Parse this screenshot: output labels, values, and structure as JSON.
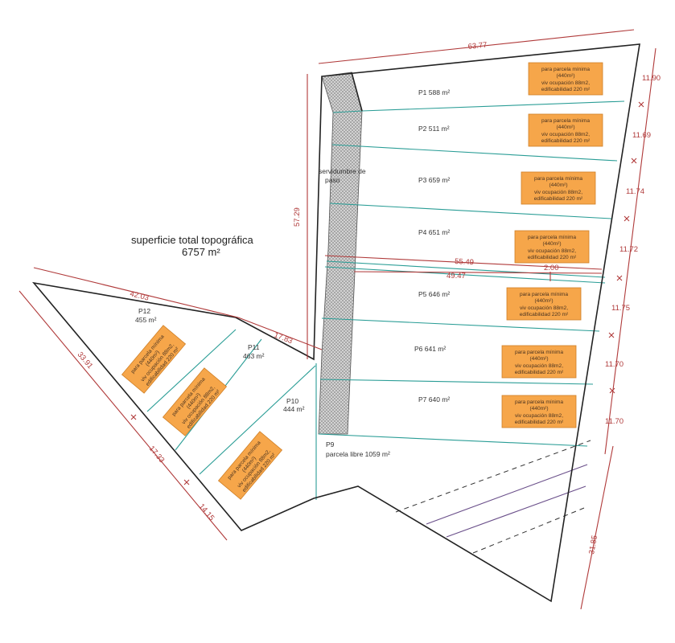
{
  "title": {
    "line1": "superficie total topográfica",
    "line2": "6757 m²"
  },
  "easement_label": {
    "line1": "servidumbre de",
    "line2": "paso"
  },
  "parcels": [
    {
      "id": "P1",
      "label": "P1 588 m²"
    },
    {
      "id": "P2",
      "label": "P2 511 m²"
    },
    {
      "id": "P3",
      "label": "P3 659 m²"
    },
    {
      "id": "P4",
      "label": "P4 651 m²"
    },
    {
      "id": "P5",
      "label": "P5 646 m²"
    },
    {
      "id": "P6",
      "label": "P6 641 m²"
    },
    {
      "id": "P7",
      "label": "P7 640 m²"
    },
    {
      "id": "P9",
      "name": "P9",
      "label": "parcela libre 1059 m²"
    },
    {
      "id": "P10",
      "name": "P10",
      "area": "444 m²"
    },
    {
      "id": "P11",
      "name": "P11",
      "area": "463 m²"
    },
    {
      "id": "P12",
      "name": "P12",
      "area": "455 m²"
    }
  ],
  "note": {
    "line1": "para parcela mínima",
    "line2": "(440m²)",
    "line3": "viv ocupación 88m2,",
    "line4": "edificabilidad 220  m²"
  },
  "dimensions": {
    "top": "63.77",
    "left_vertical": "57.29",
    "inner_long": "55.49",
    "inner_short": "49.47",
    "offset": "2.00",
    "west_top": "42.03",
    "p11_edge": "17.83",
    "west_side": "33.91",
    "sw_mid": "17.33",
    "sw_low": "14.15",
    "east": [
      "11.90",
      "11.69",
      "11.74",
      "11.72",
      "11.75",
      "11.70",
      "11.70"
    ],
    "east_bottom": "31.85"
  },
  "colors": {
    "parcel_line": "#2a9d96",
    "dimension": "#b03a3a",
    "note_fill": "#f6a64a",
    "outline": "#222222"
  }
}
